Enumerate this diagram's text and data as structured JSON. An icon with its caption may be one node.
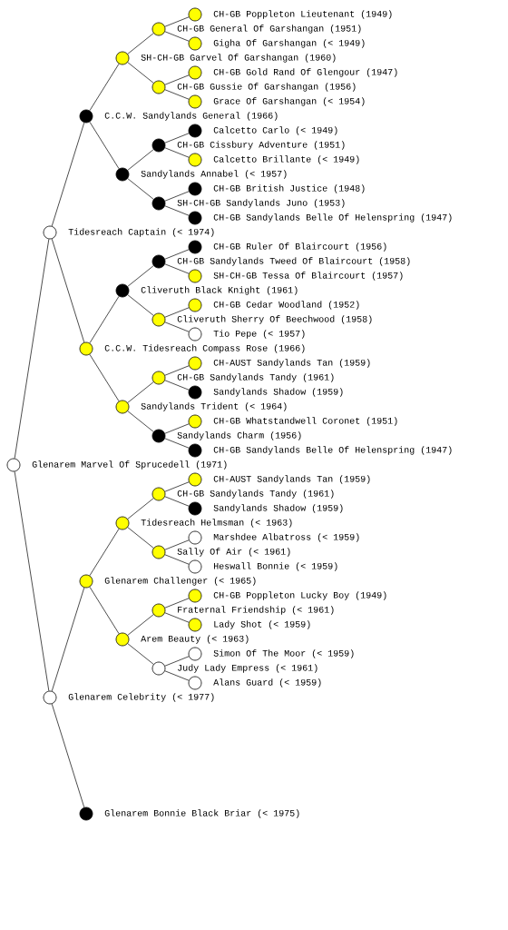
{
  "diagram": {
    "nodes": [
      {
        "text": [
          "CH-GB Poppleton Lieutenant (1949)"
        ]
      },
      {
        "text": [
          "CH-GB General Of Garshangan (1951)"
        ]
      },
      {
        "text": [
          "Gigha Of Garshangan (< 1949)"
        ]
      },
      {
        "text": [
          "SH-CH-GB Garvel Of Garshangan (1960)"
        ]
      },
      {
        "text": [
          "CH-GB Gold Rand Of Glengour (1947)"
        ]
      },
      {
        "text": [
          "CH-GB Gussie Of Garshangan (1956)"
        ]
      },
      {
        "text": [
          "Grace Of Garshangan (< 1954)"
        ]
      },
      {
        "text": [
          "C.C.W. Sandylands General (1966)"
        ]
      },
      {
        "text": [
          "Calcetto Carlo (< 1949)"
        ]
      },
      {
        "text": [
          "CH-GB Cissbury Adventure (1951)"
        ]
      },
      {
        "text": [
          "Calcetto Brillante (< 1949)"
        ]
      },
      {
        "text": [
          "Sandylands Annabel (< 1957)"
        ]
      },
      {
        "text": [
          "CH-GB British Justice (1948)"
        ]
      },
      {
        "text": [
          "SH-CH-GB Sandylands Juno (1953)"
        ]
      },
      {
        "text": [
          "CH-GB Sandylands Belle Of Helenspring (1947)"
        ]
      },
      {
        "text": [
          "Tidesreach Captain (< 1974)"
        ]
      },
      {
        "text": [
          "CH-GB Ruler Of Blaircourt (1956)"
        ]
      },
      {
        "text": [
          "CH-GB Sandylands Tweed Of Blaircourt (1958)"
        ]
      },
      {
        "text": [
          "SH-CH-GB Tessa Of Blaircourt (1957)"
        ]
      },
      {
        "text": [
          "Cliveruth Black Knight (1961)"
        ]
      },
      {
        "text": [
          "CH-GB Cedar Woodland (1952)"
        ]
      },
      {
        "text": [
          "Cliveruth Sherry Of Beechwood (1958)"
        ]
      },
      {
        "text": [
          "Tio Pepe (< 1957)"
        ]
      },
      {
        "text": [
          "C.C.W. Tidesreach Compass Rose (1966)"
        ]
      },
      {
        "text": [
          "CH-AUST Sandylands Tan (1959)"
        ]
      },
      {
        "text": [
          "CH-GB Sandylands Tandy (1961)"
        ]
      },
      {
        "text": [
          "Sandylands Shadow (1959)"
        ]
      },
      {
        "text": [
          "Sandylands Trident (< 1964)"
        ]
      },
      {
        "text": [
          "CH-GB Whatstandwell Coronet (1951)"
        ]
      },
      {
        "text": [
          "Sandylands Charm (1956)"
        ]
      },
      {
        "text": [
          "CH-GB Sandylands Belle Of Helenspring (1947)"
        ]
      },
      {
        "text": [
          "Glenarem Marvel Of Sprucedell (1971)"
        ]
      },
      {
        "text": [
          "CH-AUST Sandylands Tan (1959)"
        ]
      },
      {
        "text": [
          "CH-GB Sandylands Tandy (1961)"
        ]
      },
      {
        "text": [
          "Sandylands Shadow (1959)"
        ]
      },
      {
        "text": [
          "Tidesreach Helmsman (< 1963)"
        ]
      },
      {
        "text": [
          "Marshdee Albatross (< 1959)"
        ]
      },
      {
        "text": [
          "Sally Of Air (< 1961)"
        ]
      },
      {
        "text": [
          "Heswall Bonnie (< 1959)"
        ]
      },
      {
        "text": [
          "Glenarem Challenger (< 1965)"
        ]
      },
      {
        "text": [
          "CH-GB Poppleton Lucky Boy (1949)"
        ]
      },
      {
        "text": [
          "Fraternal Friendship (< 1961)"
        ]
      },
      {
        "text": [
          "Lady Shot (< 1959)"
        ]
      },
      {
        "text": [
          "Arem Beauty (< 1963)"
        ]
      },
      {
        "text": [
          "Simon Of The Moor (< 1959)"
        ]
      },
      {
        "text": [
          "Judy Lady Empress (< 1961)"
        ]
      },
      {
        "text": [
          "Alans Guard (< 1959)"
        ]
      },
      {
        "text": [
          "Glenarem Celebrity (< 1977)"
        ]
      },
      {
        "text": [
          "Glenarem Bonnie Black Briar (< 1975)"
        ]
      }
    ],
    "edges": [
      {
        "from": 31,
        "to": 15,
        "arrow": "none"
      },
      {
        "from": 31,
        "to": 47,
        "arrow": "none"
      },
      {
        "from": 15,
        "to": 7,
        "arrow": "none"
      },
      {
        "from": 15,
        "to": 23,
        "arrow": "none"
      },
      {
        "from": 7,
        "to": 3,
        "arrow": "none"
      },
      {
        "from": 7,
        "to": 11,
        "arrow": "none"
      },
      {
        "from": 3,
        "to": 1,
        "arrow": "none"
      },
      {
        "from": 3,
        "to": 5,
        "arrow": "none"
      },
      {
        "from": 1,
        "to": 0,
        "arrow": "none"
      },
      {
        "from": 1,
        "to": 2,
        "arrow": "none"
      },
      {
        "from": 5,
        "to": 4,
        "arrow": "none"
      },
      {
        "from": 5,
        "to": 6,
        "arrow": "none"
      },
      {
        "from": 11,
        "to": 9,
        "arrow": "none"
      },
      {
        "from": 11,
        "to": 13,
        "arrow": "none"
      },
      {
        "from": 9,
        "to": 8,
        "arrow": "none"
      },
      {
        "from": 9,
        "to": 10,
        "arrow": "none"
      },
      {
        "from": 13,
        "to": 12,
        "arrow": "none"
      },
      {
        "from": 13,
        "to": 14,
        "arrow": "none"
      },
      {
        "from": 23,
        "to": 19,
        "arrow": "none"
      },
      {
        "from": 23,
        "to": 27,
        "arrow": "none"
      },
      {
        "from": 19,
        "to": 17,
        "arrow": "none"
      },
      {
        "from": 19,
        "to": 21,
        "arrow": "none"
      },
      {
        "from": 17,
        "to": 16,
        "arrow": "none"
      },
      {
        "from": 17,
        "to": 18,
        "arrow": "none"
      },
      {
        "from": 21,
        "to": 20,
        "arrow": "none"
      },
      {
        "from": 21,
        "to": 22,
        "arrow": "none"
      },
      {
        "from": 27,
        "to": 25,
        "arrow": "none"
      },
      {
        "from": 27,
        "to": 29,
        "arrow": "none"
      },
      {
        "from": 25,
        "to": 24,
        "arrow": "none"
      },
      {
        "from": 25,
        "to": 26,
        "arrow": "none"
      },
      {
        "from": 29,
        "to": 28,
        "arrow": "none"
      },
      {
        "from": 29,
        "to": 30,
        "arrow": "none"
      },
      {
        "from": 47,
        "to": 39,
        "arrow": "none"
      },
      {
        "from": 47,
        "to": 48,
        "arrow": "none"
      },
      {
        "from": 39,
        "to": 35,
        "arrow": "none"
      },
      {
        "from": 39,
        "to": 43,
        "arrow": "none"
      },
      {
        "from": 35,
        "to": 33,
        "arrow": "none"
      },
      {
        "from": 35,
        "to": 37,
        "arrow": "none"
      },
      {
        "from": 33,
        "to": 32,
        "arrow": "none"
      },
      {
        "from": 33,
        "to": 34,
        "arrow": "none"
      },
      {
        "from": 37,
        "to": 36,
        "arrow": "none"
      },
      {
        "from": 37,
        "to": 38,
        "arrow": "none"
      },
      {
        "from": 43,
        "to": 41,
        "arrow": "none"
      },
      {
        "from": 43,
        "to": 45,
        "arrow": "none"
      },
      {
        "from": 41,
        "to": 40,
        "arrow": "none"
      },
      {
        "from": 41,
        "to": 42,
        "arrow": "none"
      },
      {
        "from": 45,
        "to": 44,
        "arrow": "none"
      },
      {
        "from": 45,
        "to": 46,
        "arrow": "none"
      }
    ]
  }
}
